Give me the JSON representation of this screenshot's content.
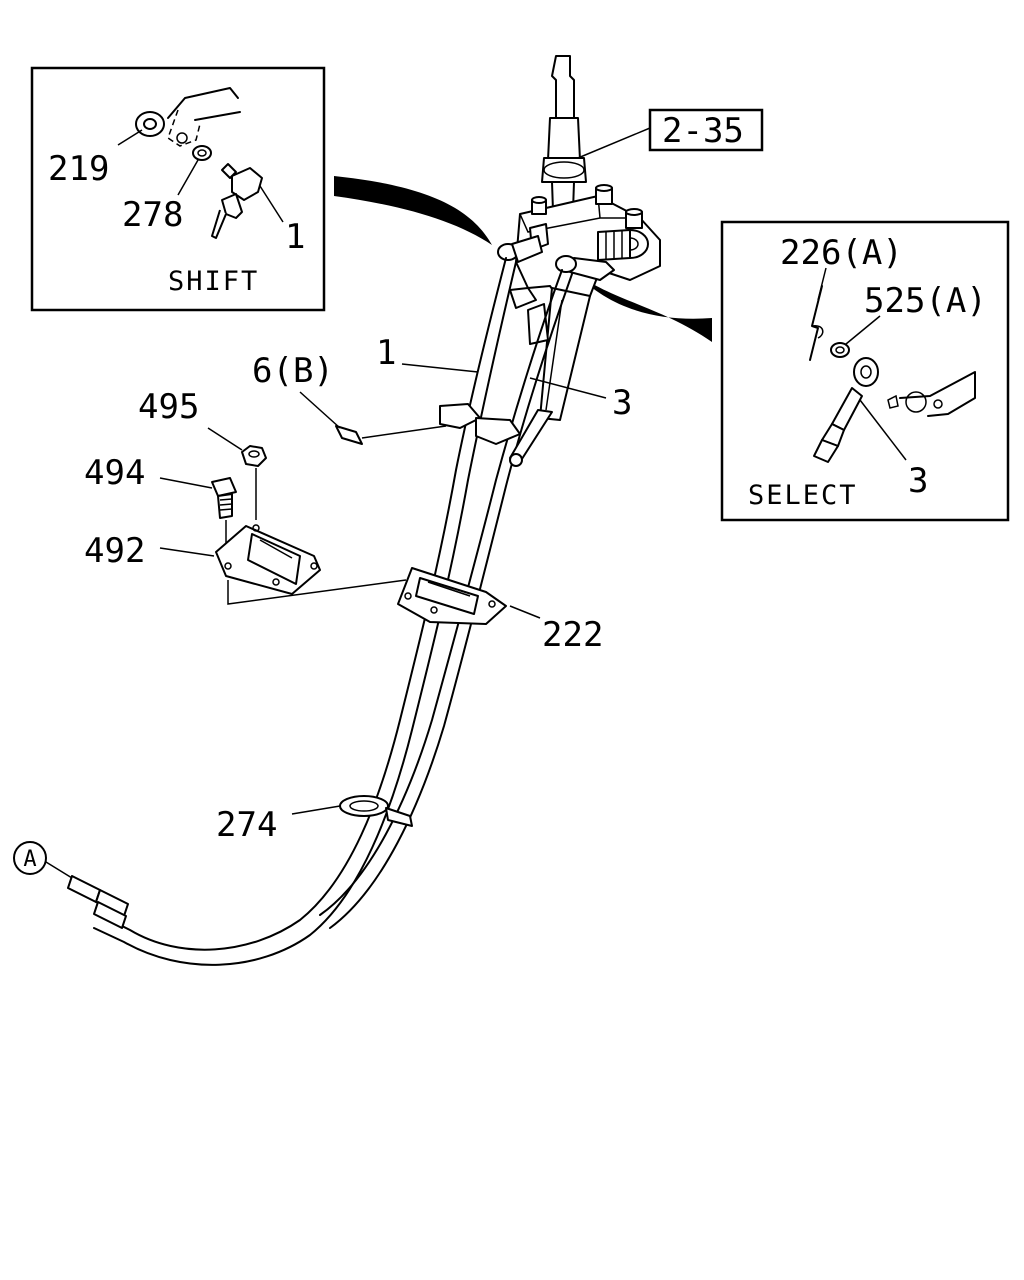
{
  "insets": {
    "shift": {
      "caption": "SHIFT",
      "callouts": {
        "nut": "219",
        "washer": "278",
        "cable_end": "1"
      }
    },
    "select": {
      "caption": "SELECT",
      "callouts": {
        "pin": "226(A)",
        "washer": "525(A)",
        "cable_end": "3"
      }
    }
  },
  "reference_box": "2-35",
  "callouts": {
    "shift_cable": "1",
    "select_cable": "3",
    "clip": "6(B)",
    "nut": "495",
    "bolt": "494",
    "lower_bracket": "492",
    "upper_bracket": "222",
    "grommet": "274",
    "connector_ref": "A"
  }
}
